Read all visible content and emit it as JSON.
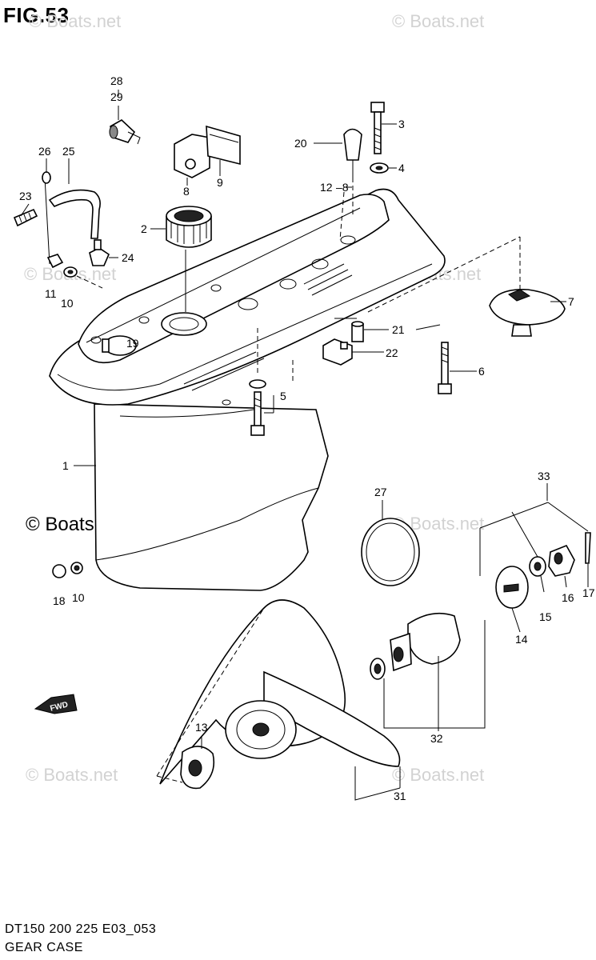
{
  "figure": {
    "title": "FIG.53",
    "caption_line1": "DT150 200 225 E03_053",
    "caption_line2": "GEAR CASE",
    "direction_label": "FWD"
  },
  "watermarks": [
    {
      "text": "© Boats.net"
    },
    {
      "text": "© Boats.net"
    },
    {
      "text": "© Boats.net"
    },
    {
      "text": "© Boats.net"
    },
    {
      "text": "© Boats.net"
    },
    {
      "text": "© Boats.net"
    },
    {
      "text": "© Boats.net"
    },
    {
      "text": "© Boats.net"
    }
  ],
  "part_labels": {
    "p1": "1",
    "p2": "2",
    "p3": "3",
    "p4": "4",
    "p5": "5",
    "p6": "6",
    "p7": "7",
    "p8": "8",
    "p9": "9",
    "p10a": "10",
    "p10b": "10",
    "p11": "11",
    "p12": "12",
    "p13": "13",
    "p14": "14",
    "p15": "15",
    "p16": "16",
    "p17": "17",
    "p18": "18",
    "p19": "19",
    "p20": "20",
    "p21": "21",
    "p22": "22",
    "p23": "23",
    "p24": "24",
    "p25": "25",
    "p26": "26",
    "p27": "27",
    "p28": "28",
    "p29": "29",
    "p31": "31",
    "p32": "32",
    "p33": "33"
  }
}
